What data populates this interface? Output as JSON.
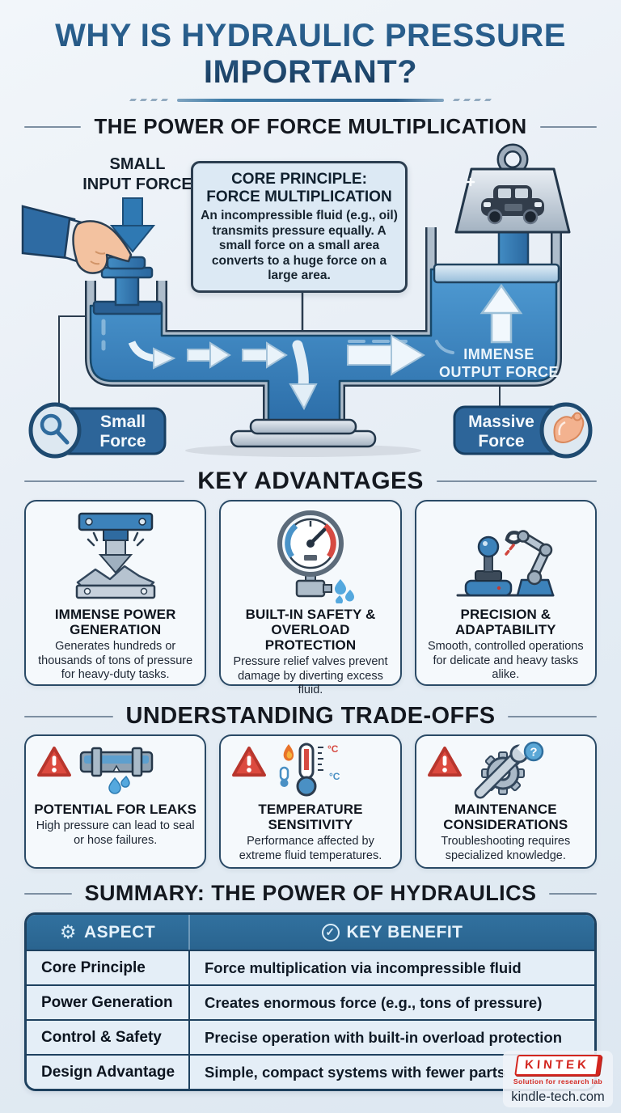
{
  "header": {
    "title": "WHY IS HYDRAULIC PRESSURE IMPORTANT?"
  },
  "force": {
    "heading": "THE POWER OF FORCE MULTIPLICATION",
    "small_input_line1": "SMALL",
    "small_input_line2": "INPUT FORCE",
    "core_title_line1": "CORE PRINCIPLE:",
    "core_title_line2": "FORCE MULTIPLICATION",
    "core_body": "An incompressible fluid (e.g., oil) transmits pressure equally. A small force on a small area converts to a huge force on a large area.",
    "output_line1": "IMMENSE",
    "output_line2": "OUTPUT FORCE",
    "small_badge_line1": "Small",
    "small_badge_line2": "Force",
    "massive_badge_line1": "Massive",
    "massive_badge_line2": "Force"
  },
  "advantages": {
    "heading": "KEY ADVANTAGES",
    "cards": [
      {
        "icon": "hydraulic-press-icon",
        "title": "IMMENSE POWER GENERATION",
        "body": "Generates hundreds or thousands of tons of pressure for heavy-duty tasks."
      },
      {
        "icon": "pressure-gauge-icon",
        "title": "BUILT-IN SAFETY & OVERLOAD PROTECTION",
        "body": "Pressure relief valves prevent damage by diverting excess fluid."
      },
      {
        "icon": "precision-controls-icon",
        "title": "PRECISION & ADAPTABILITY",
        "body": "Smooth, controlled operations for delicate and heavy tasks alike."
      }
    ]
  },
  "tradeoffs": {
    "heading": "UNDERSTANDING TRADE-OFFS",
    "cards": [
      {
        "icon": "leaking-pipe-icon",
        "title": "POTENTIAL FOR LEAKS",
        "body": "High pressure can lead to seal or hose failures."
      },
      {
        "icon": "thermometer-icon",
        "title": "TEMPERATURE SENSITIVITY",
        "body": "Performance affected by extreme fluid temperatures."
      },
      {
        "icon": "maintenance-icon",
        "title": "MAINTENANCE CONSIDERATIONS",
        "body": "Troubleshooting requires specialized knowledge."
      }
    ]
  },
  "summary": {
    "heading": "SUMMARY: THE POWER OF HYDRAULICS",
    "gear_icon": "⚙",
    "check_icon": "✓",
    "columns": [
      "ASPECT",
      "KEY BENEFIT"
    ],
    "rows": [
      {
        "aspect": "Core Principle",
        "benefit": "Force multiplication via incompressible fluid"
      },
      {
        "aspect": "Power Generation",
        "benefit": "Creates enormous force (e.g., tons of pressure)"
      },
      {
        "aspect": "Control & Safety",
        "benefit": "Precise operation with built-in overload protection"
      },
      {
        "aspect": "Design Advantage",
        "benefit": "Simple, compact systems with fewer parts"
      }
    ]
  },
  "footer": {
    "brand": "KINTEK",
    "tagline": "Solution for research lab",
    "website": "kindle-tech.com"
  },
  "colors": {
    "title_navy": "#1d3f63",
    "badge_blue": "#2d6599",
    "fluid_blue": "#3c82ba",
    "table_header_blue": "#2d6ba0",
    "warning_red": "#dc4a3f",
    "brand_red": "#d3261f"
  }
}
